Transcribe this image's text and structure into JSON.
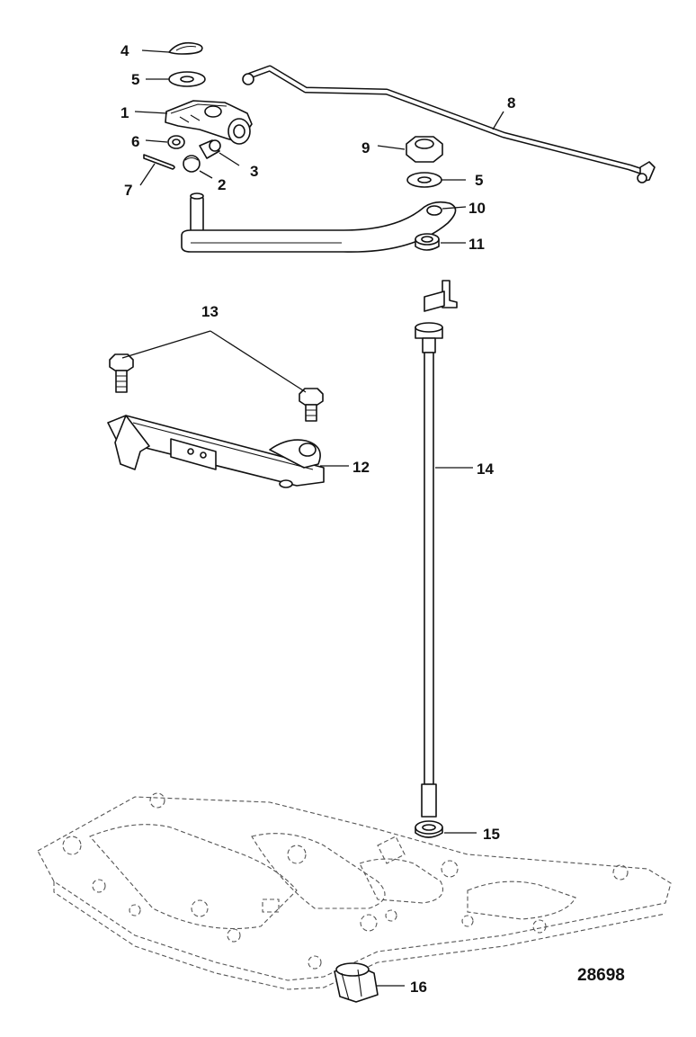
{
  "diagram": {
    "callouts": [
      {
        "id": "c1",
        "label": "1"
      },
      {
        "id": "c2",
        "label": "2"
      },
      {
        "id": "c3",
        "label": "3"
      },
      {
        "id": "c4",
        "label": "4"
      },
      {
        "id": "c5a",
        "label": "5"
      },
      {
        "id": "c5b",
        "label": "5"
      },
      {
        "id": "c6",
        "label": "6"
      },
      {
        "id": "c7",
        "label": "7"
      },
      {
        "id": "c8",
        "label": "8"
      },
      {
        "id": "c9",
        "label": "9"
      },
      {
        "id": "c10",
        "label": "10"
      },
      {
        "id": "c11",
        "label": "11"
      },
      {
        "id": "c12",
        "label": "12"
      },
      {
        "id": "c13",
        "label": "13"
      },
      {
        "id": "c14",
        "label": "14"
      },
      {
        "id": "c15",
        "label": "15"
      },
      {
        "id": "c16",
        "label": "16"
      }
    ],
    "figure_number": "28698"
  }
}
